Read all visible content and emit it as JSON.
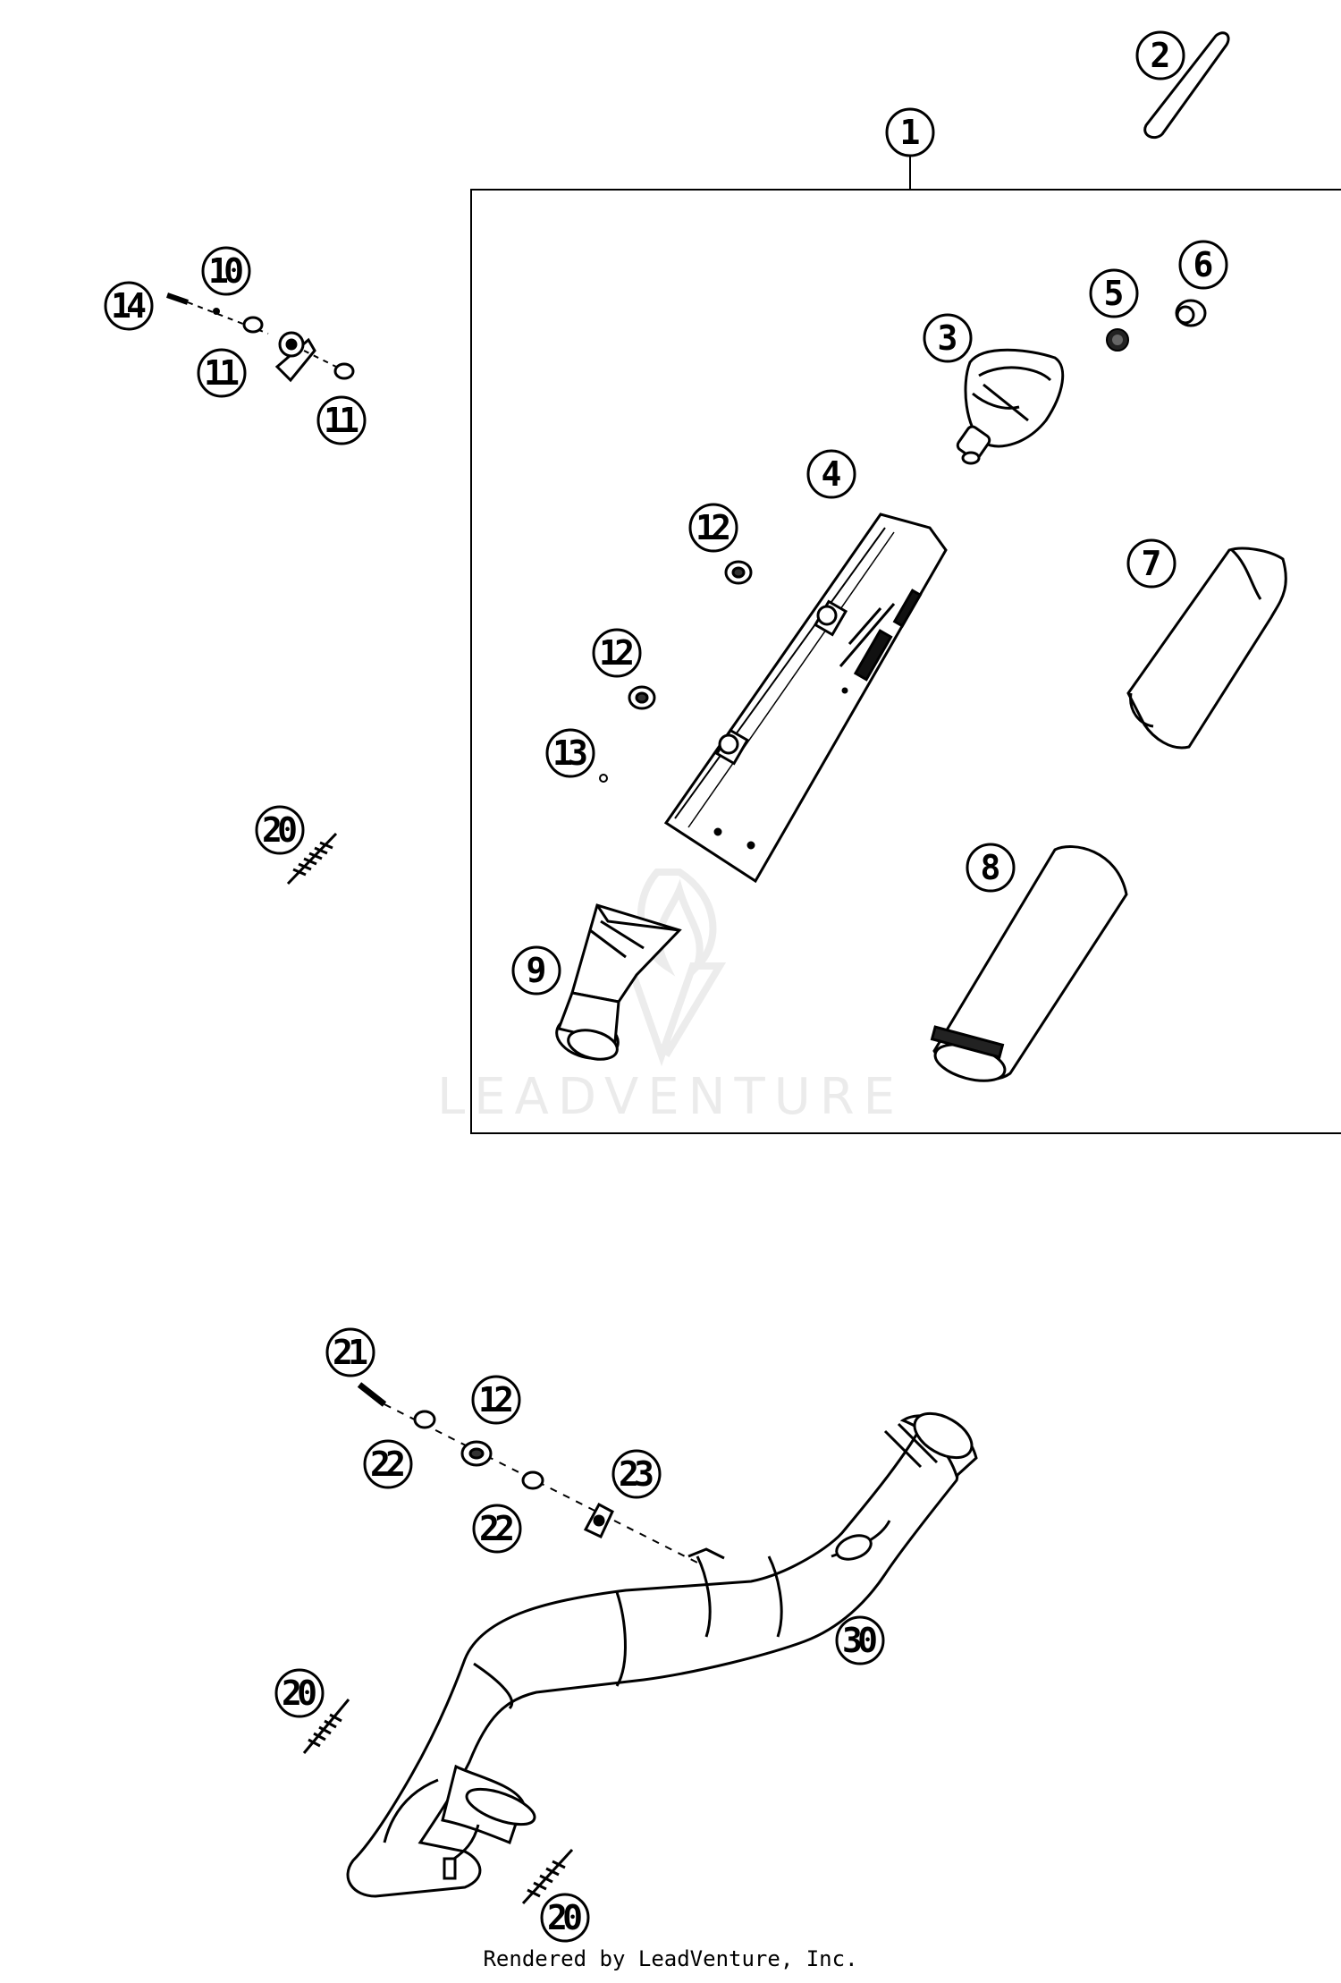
{
  "watermark": {
    "text": "LEADVENTURE",
    "icon": "flame-logo-icon"
  },
  "footer": {
    "text": "Rendered by LeadVenture, Inc."
  },
  "callouts": [
    "1",
    "2",
    "3",
    "4",
    "5",
    "6",
    "7",
    "8",
    "9",
    "10",
    "11",
    "12",
    "13",
    "14",
    "20",
    "21",
    "22",
    "23",
    "30"
  ]
}
